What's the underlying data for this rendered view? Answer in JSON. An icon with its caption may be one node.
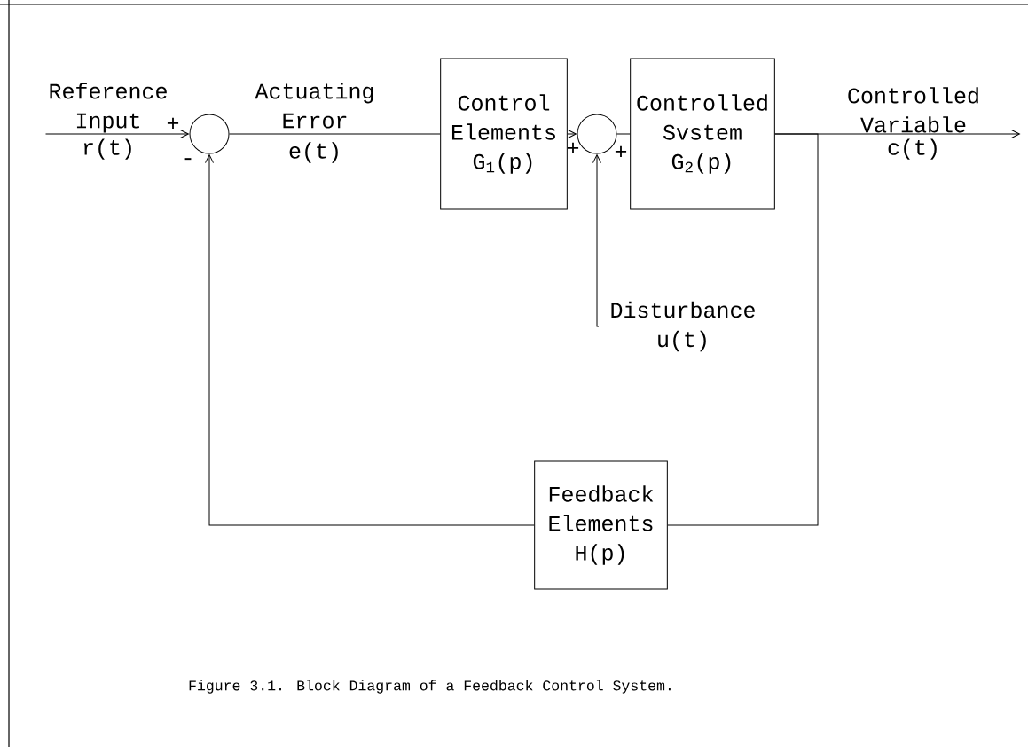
{
  "diagram": {
    "caption": "Figure 3.1.  Block Diagram of a Feedback Control System.",
    "nodes": [
      {
        "text": [],
        "shape": "circle"
      },
      {
        "text": [
          "Control Elements",
          "G$_{1}$(p)"
        ]
      },
      {
        "text": [],
        "shape": "circle"
      },
      {
        "text": [
          "Controlled Svstem",
          "G$_{2}$(p)"
        ]
      },
      {
        "text": [
          "Feedback Elements",
          "H(p)"
        ]
      },
      {
        "text": [
          "Disturbance",
          "u(t)"
        ]
      },
      {
        "text": [
          "Reference Input",
          "r(t)"
        ]
      },
      {
        "text": [
          "Controlled Variable",
          "c(t)"
        ]
      }
    ],
    "edges": [
      {
        "from": 6,
        "to": 0,
        "arrow": "to"
      },
      {
        "from": 0,
        "to": 1,
        "arrow": "none"
      },
      {
        "from": 1,
        "to": 2,
        "arrow": "to"
      },
      {
        "from": 2,
        "to": 3,
        "arrow": "none"
      },
      {
        "from": 3,
        "to": 7,
        "arrow": "to"
      },
      {
        "from": 3,
        "to": 4,
        "arrow": "none"
      },
      {
        "from": 4,
        "to": 0,
        "arrow": "to"
      },
      {
        "from": 5,
        "to": 2,
        "arrow": "to"
      }
    ],
    "labels": [
      "+",
      "-",
      "Actuating Error",
      "e(t)",
      "+",
      "+"
    ]
  }
}
